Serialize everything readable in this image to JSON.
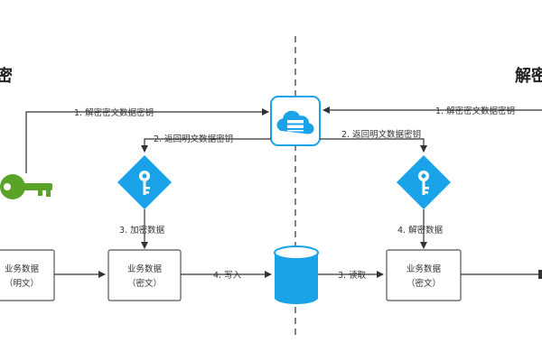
{
  "left_section_title": "密",
  "right_section_title": "解密",
  "steps": {
    "left_request": "1. 解密密文数据密钥",
    "left_return": "2. 返回明文数据密钥",
    "encrypt": "3. 加密数据",
    "write": "4. 写入",
    "right_request": "1. 解密密文数据密钥",
    "right_return": "2. 返回明文数据密钥",
    "read": "3. 读取",
    "decrypt": "4. 解密数据"
  },
  "boxes": {
    "plain_data_line1": "业务数据",
    "plain_data_line2": "（明文）",
    "cipher_data_left_line1": "业务数据",
    "cipher_data_left_line2": "（密文）",
    "cipher_data_right_line1": "业务数据",
    "cipher_data_right_line2": "（密文）"
  },
  "icons": {
    "kms": "cloud-server-icon",
    "key": "key-icon",
    "data_key_left": "key-diamond-icon",
    "data_key_right": "key-diamond-icon",
    "storage": "database-cylinder-icon"
  },
  "colors": {
    "accent_blue": "#1aa3e8",
    "key_green": "#5aa328",
    "line": "#333333"
  }
}
